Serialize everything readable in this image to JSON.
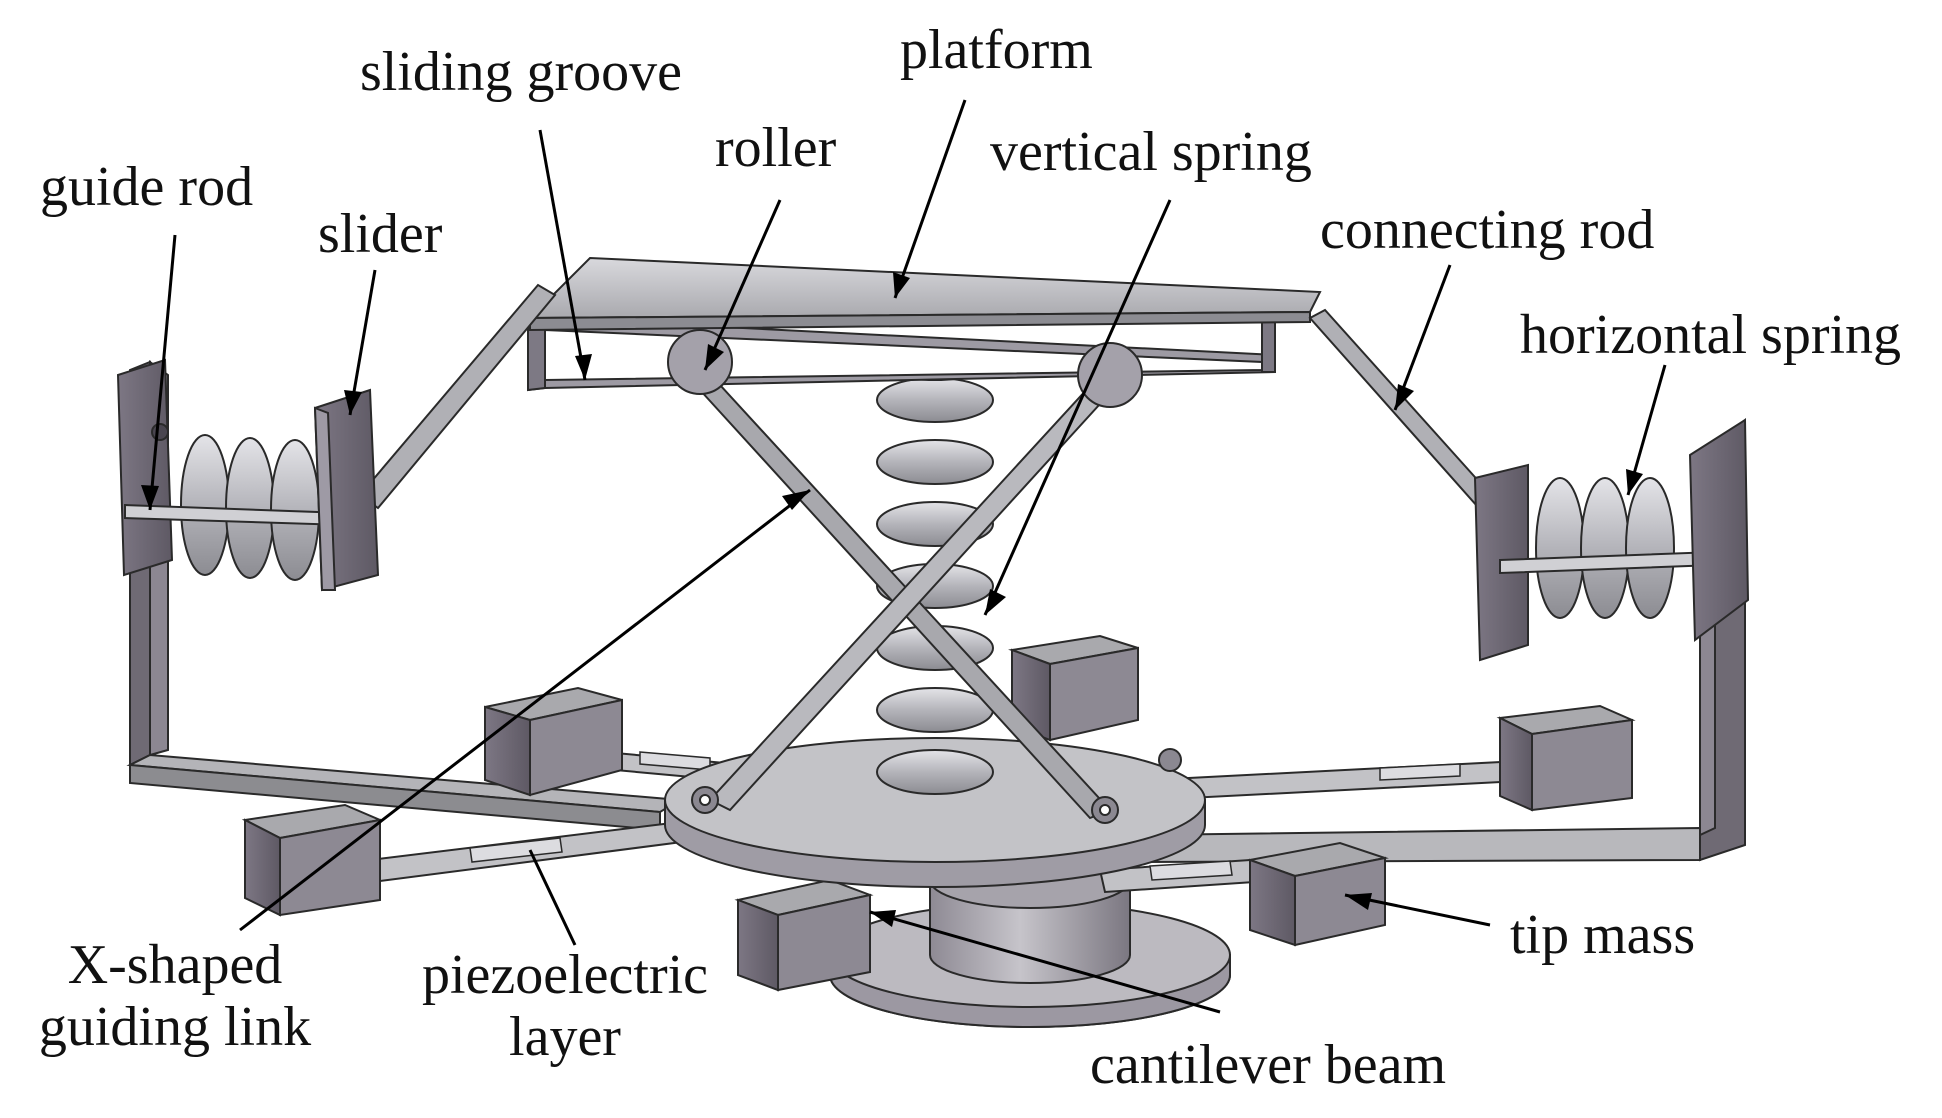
{
  "labels": {
    "sliding_groove": "sliding groove",
    "platform": "platform",
    "roller": "roller",
    "vertical_spring": "vertical spring",
    "guide_rod": "guide rod",
    "slider": "slider",
    "connecting_rod": "connecting rod",
    "horizontal_spring": "horizontal spring",
    "x_shaped_guiding_link_line1": "X-shaped",
    "x_shaped_guiding_link_line2": "guiding link",
    "piezoelectric_layer_line1": "piezoelectric",
    "piezoelectric_layer_line2": "layer",
    "tip_mass": "tip mass",
    "cantilever_beam": "cantilever beam"
  },
  "colors": {
    "background": "#ffffff",
    "part_fill": "#b9b9bd",
    "part_dark": "#6f6a74",
    "part_light": "#d8d8dc",
    "outline": "#2a2a2a",
    "leader_line": "#000000",
    "label_text": "#111111"
  }
}
